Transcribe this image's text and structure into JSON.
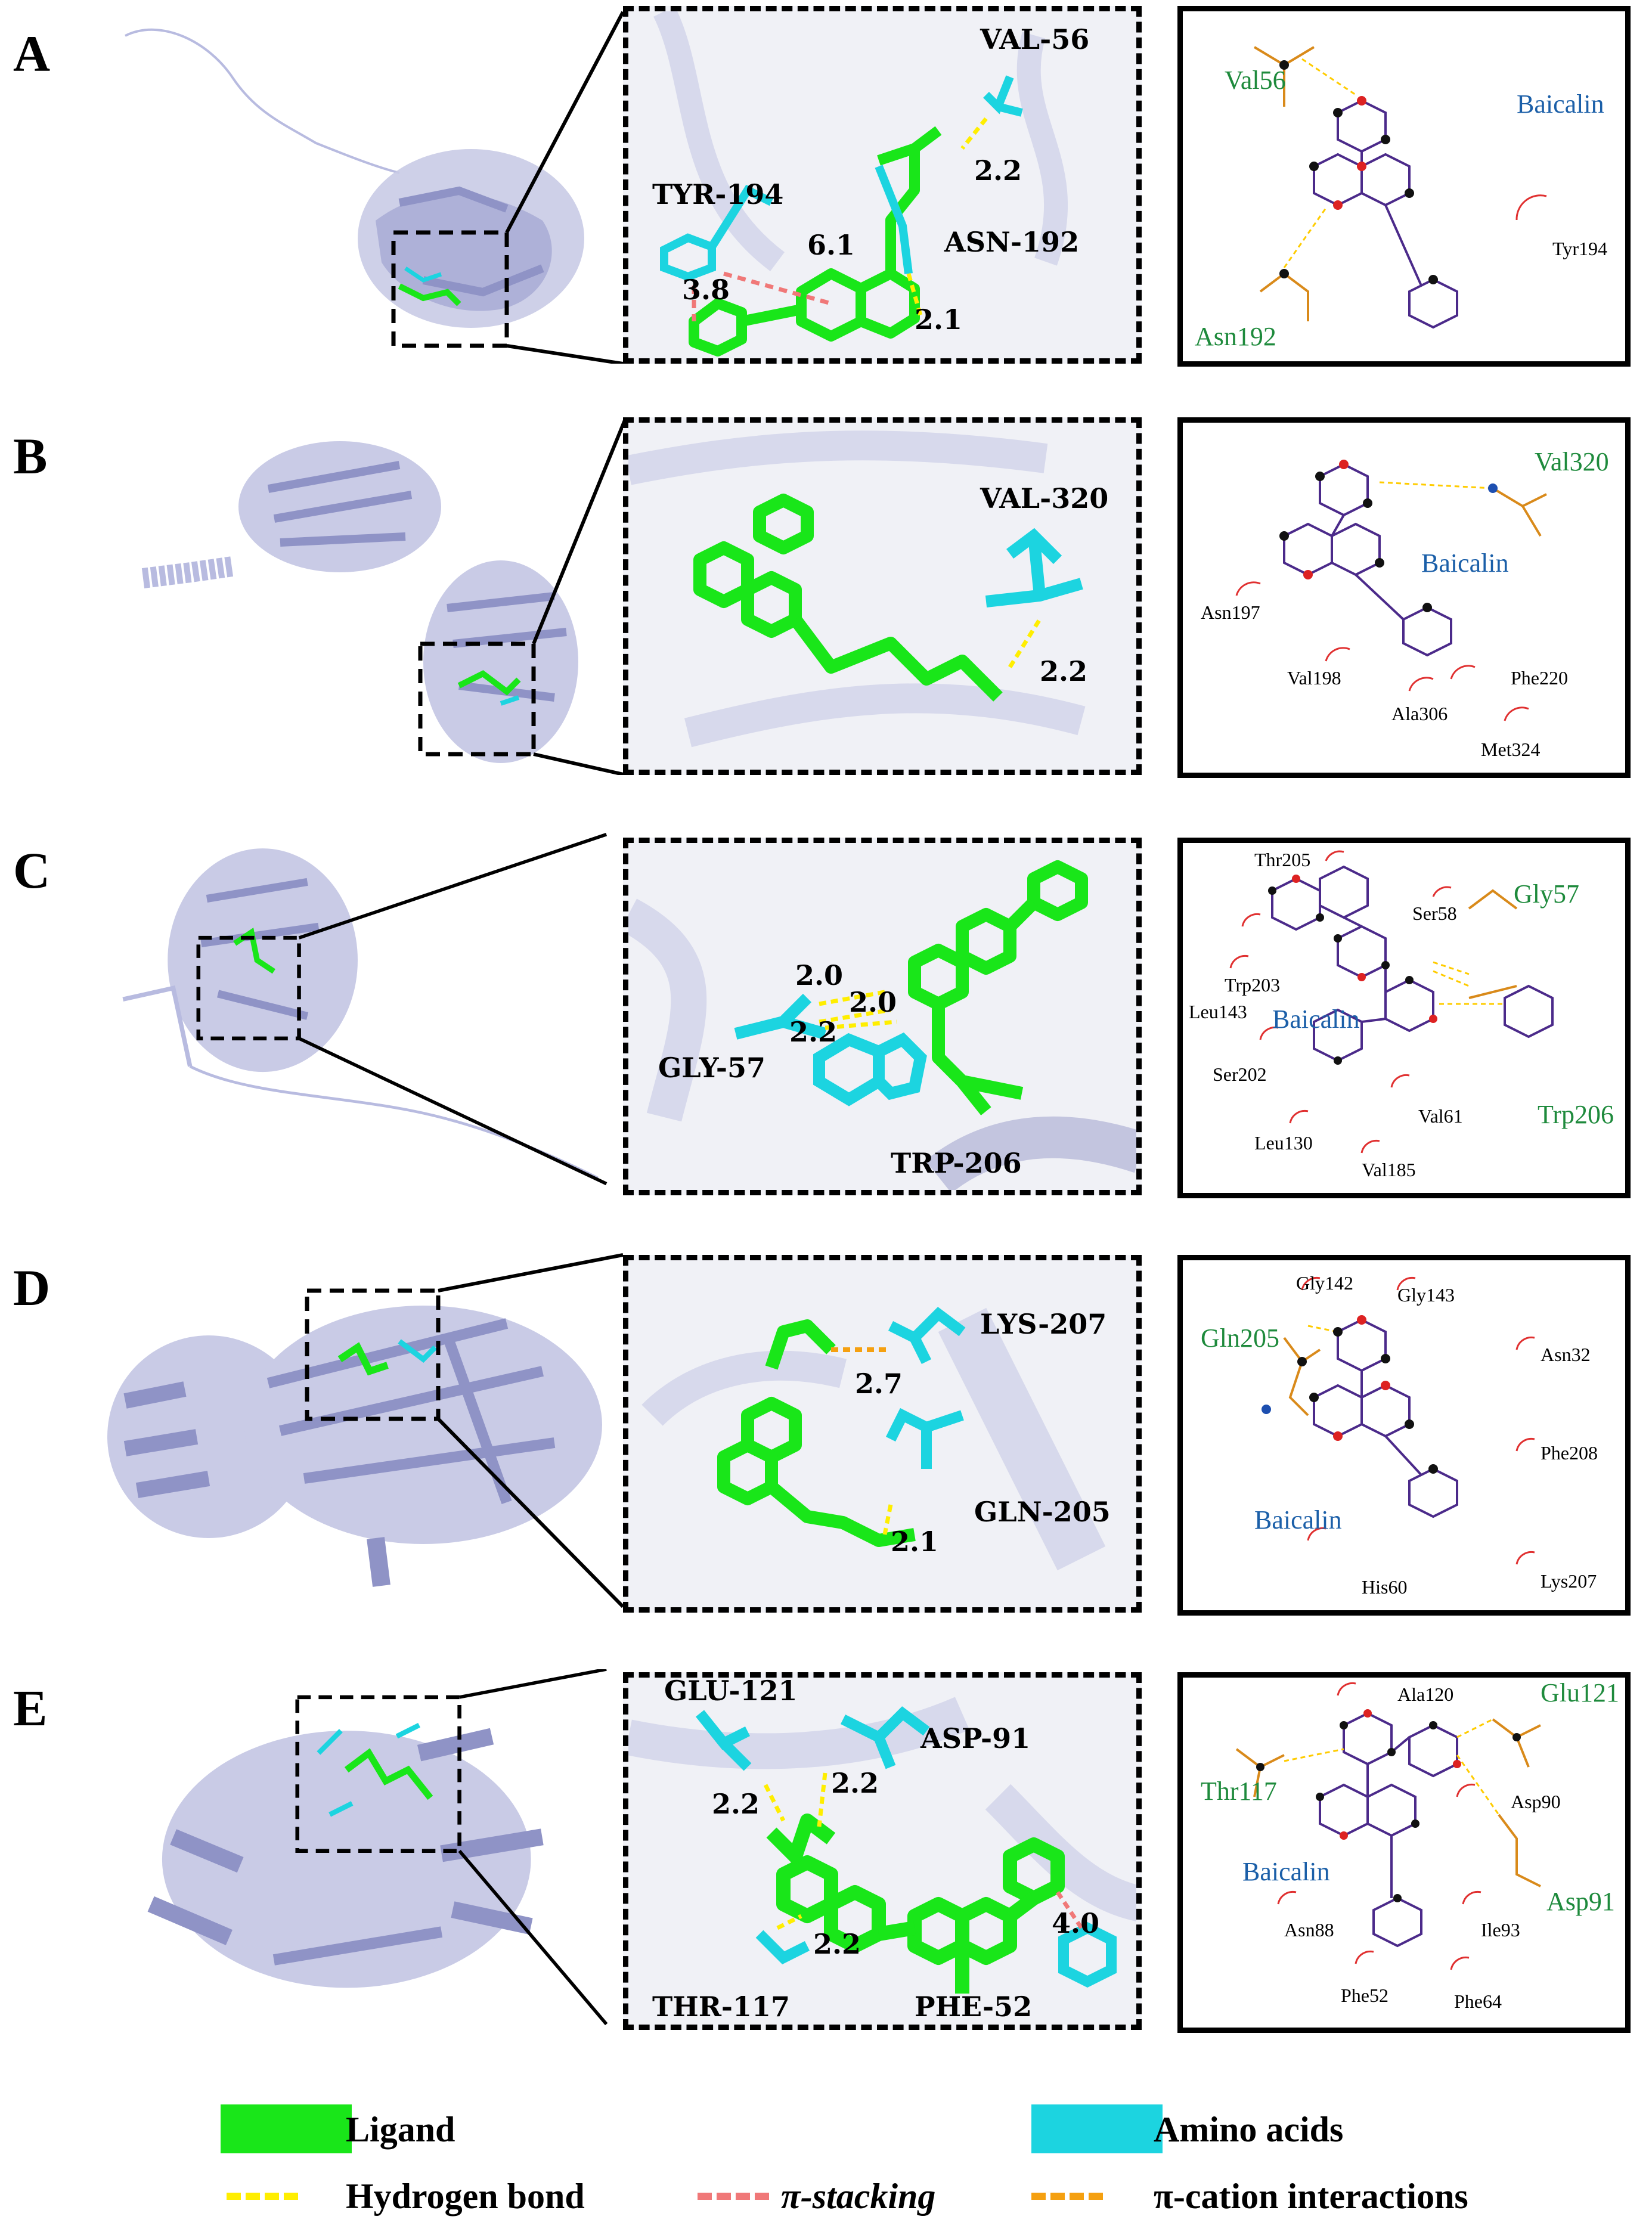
{
  "colors": {
    "ligand": "#19e619",
    "amino_acids": "#1cd4e0",
    "protein": "#b8bbe0",
    "hydrogen_bond": "#ffee00",
    "pi_stacking": "#f07878",
    "pi_cation": "#f5a010",
    "hbond_residue_text": "#1e8a3c",
    "ligand_text": "#1b5fa8"
  },
  "panels": [
    {
      "letter": "A",
      "closeup": {
        "residues": [
          "VAL-56",
          "TYR-194",
          "ASN-192"
        ],
        "distances": [
          "2.2",
          "6.1",
          "3.8",
          "2.1"
        ]
      },
      "ligplot": {
        "ligand": "Baicalin",
        "hbond_residues": [
          "Val56",
          "Asn192"
        ],
        "hydrophobic_residues": [
          "Tyr194"
        ]
      }
    },
    {
      "letter": "B",
      "closeup": {
        "residues": [
          "VAL-320"
        ],
        "distances": [
          "2.2"
        ]
      },
      "ligplot": {
        "ligand": "Baicalin",
        "hbond_residues": [
          "Val320"
        ],
        "hydrophobic_residues": [
          "Asn197",
          "Val198",
          "Phe220",
          "Ala306",
          "Met324"
        ]
      }
    },
    {
      "letter": "C",
      "closeup": {
        "residues": [
          "GLY-57",
          "TRP-206"
        ],
        "distances": [
          "2.0",
          "2.0",
          "2.2"
        ]
      },
      "ligplot": {
        "ligand": "Baicalin",
        "hbond_residues": [
          "Gly57",
          "Trp206"
        ],
        "hydrophobic_residues": [
          "Thr205",
          "Ser58",
          "Trp203",
          "Leu143",
          "Ser202",
          "Val61",
          "Leu130",
          "Val185"
        ]
      }
    },
    {
      "letter": "D",
      "closeup": {
        "residues": [
          "LYS-207",
          "GLN-205"
        ],
        "distances": [
          "2.7",
          "2.1"
        ]
      },
      "ligplot": {
        "ligand": "Baicalin",
        "hbond_residues": [
          "Gln205"
        ],
        "hydrophobic_residues": [
          "Gly142",
          "Gly143",
          "Asn32",
          "Phe208",
          "His60",
          "Lys207"
        ]
      }
    },
    {
      "letter": "E",
      "closeup": {
        "residues": [
          "GLU-121",
          "ASP-91",
          "THR-117",
          "PHE-52"
        ],
        "distances": [
          "2.2",
          "2.2",
          "2.2",
          "4.0"
        ]
      },
      "ligplot": {
        "ligand": "Baicalin",
        "hbond_residues": [
          "Glu121",
          "Thr117",
          "Asp91"
        ],
        "hydrophobic_residues": [
          "Ala120",
          "Asp90",
          "Asn88",
          "Ile93",
          "Phe52",
          "Phe64"
        ]
      }
    }
  ],
  "legend": {
    "ligand": "Ligand",
    "amino_acids": "Amino acids",
    "hydrogen_bond": "Hydrogen bond",
    "pi_stacking": "π-stacking",
    "pi_cation": "π-cation interactions"
  }
}
